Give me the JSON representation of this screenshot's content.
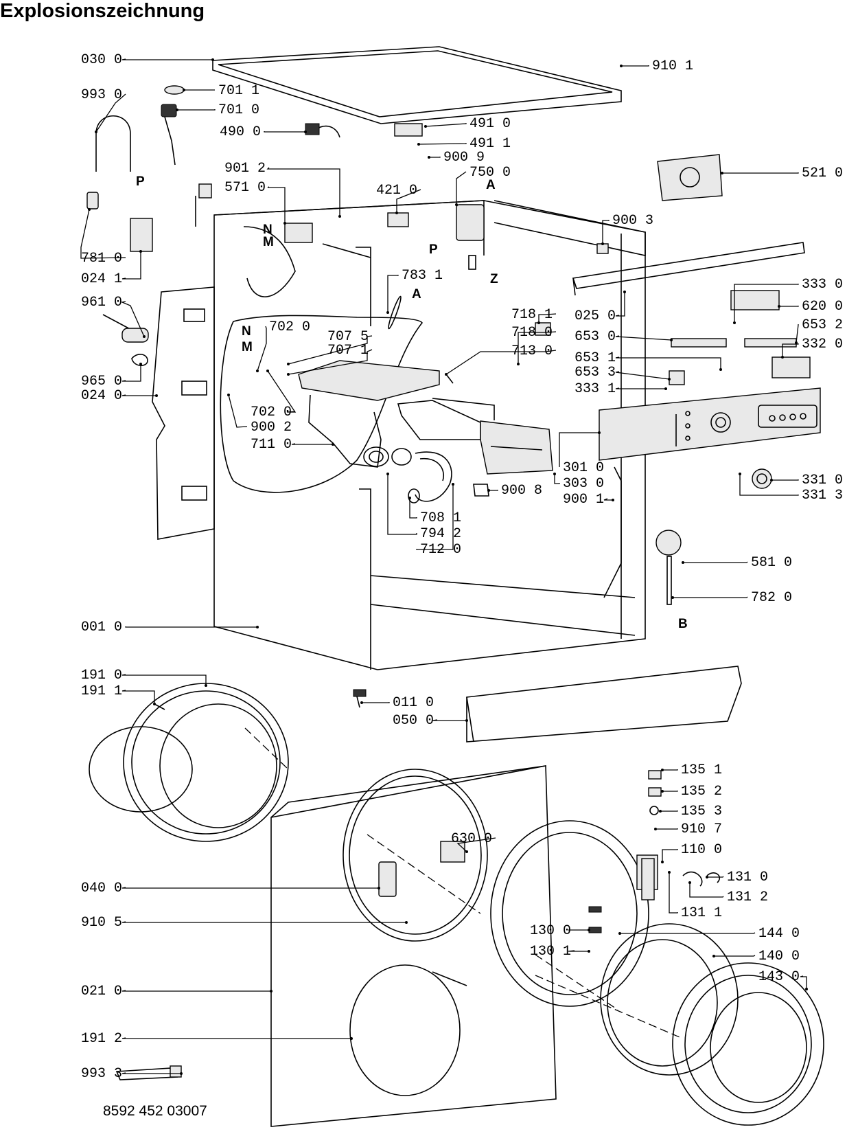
{
  "title": "Explosionszeichnung",
  "document_number": "8592 452 03007",
  "letters": [
    "N",
    "M",
    "P",
    "A",
    "Z",
    "N",
    "M",
    "A",
    "B",
    "P"
  ],
  "part_labels": [
    "030 0",
    "910 1",
    "993 0",
    "701 1",
    "701 0",
    "491 0",
    "490 0",
    "491 1",
    "900 9",
    "750 0",
    "901 2",
    "571 0",
    "421 0",
    "521 0",
    "900 3",
    "781 0",
    "024 1",
    "783 1",
    "333 0",
    "620 0",
    "025 0",
    "653 2",
    "961 0",
    "718 1",
    "718 0",
    "653 0",
    "702 0",
    "707 5",
    "332 0",
    "707 1",
    "713 0",
    "653 1",
    "965 0",
    "653 3",
    "024 0",
    "333 1",
    "702 0",
    "900 2",
    "711 0",
    "301 0",
    "303 0",
    "331 0",
    "900 8",
    "900 1",
    "331 3",
    "708 1",
    "794 2",
    "712 0",
    "581 0",
    "782 0",
    "001 0",
    "191 0",
    "191 1",
    "011 0",
    "050 0",
    "135 1",
    "135 2",
    "135 3",
    "910 7",
    "110 0",
    "630 0",
    "131 0",
    "040 0",
    "131 2",
    "131 1",
    "910 5",
    "130 0",
    "144 0",
    "130 1",
    "140 0",
    "143 0",
    "021 0",
    "191 2",
    "993 3"
  ]
}
